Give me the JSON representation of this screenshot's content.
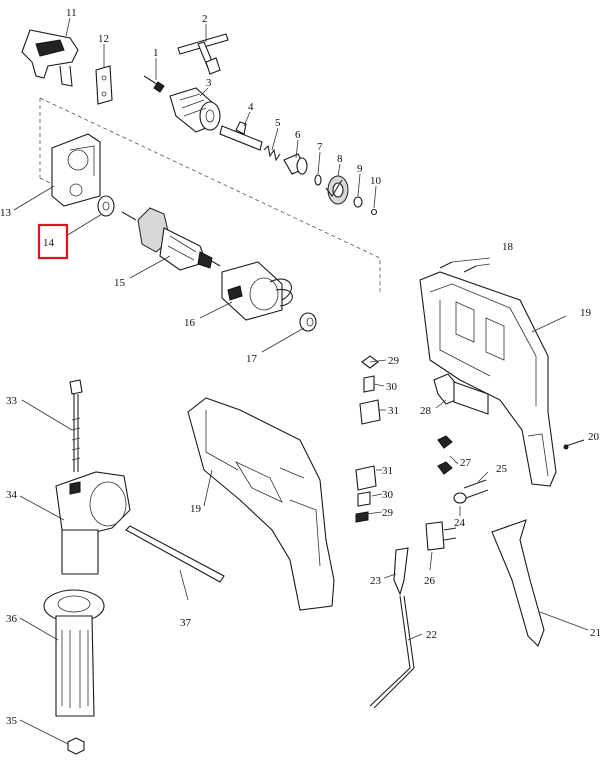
{
  "highlight_color": "#e0141e",
  "highlighted_part": "14",
  "labels": {
    "p1": "1",
    "p2": "2",
    "p3": "3",
    "p4": "4",
    "p5": "5",
    "p6": "6",
    "p7": "7",
    "p8": "8",
    "p9": "9",
    "p10": "10",
    "p11": "11",
    "p12": "12",
    "p13": "13",
    "p14": "14",
    "p15": "15",
    "p16": "16",
    "p17": "17",
    "p18": "18",
    "p19a": "19",
    "p19b": "19",
    "p20": "20",
    "p21": "21",
    "p22": "22",
    "p23": "23",
    "p24": "24",
    "p25": "25",
    "p26": "26",
    "p27": "27",
    "p28": "28",
    "p29a": "29",
    "p29b": "29",
    "p30a": "30",
    "p30b": "30",
    "p31a": "31",
    "p31b": "31",
    "p33": "33",
    "p34": "34",
    "p35": "35",
    "p36": "36",
    "p37": "37"
  }
}
